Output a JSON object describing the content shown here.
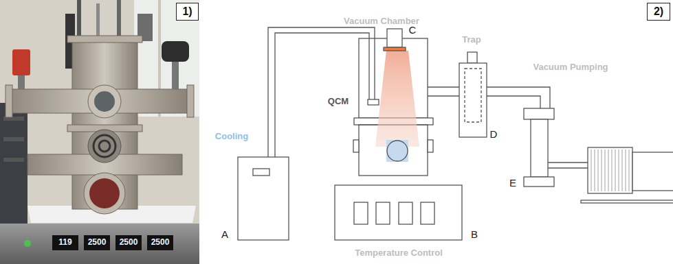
{
  "diagram": {
    "nodes": [
      {
        "text": [
          "1)"
        ]
      },
      {
        "text": [
          "2)"
        ]
      }
    ],
    "edges": [],
    "labels": [
      "119",
      "2500",
      "2500",
      "2500",
      "Vacuum Chamber",
      "C",
      "Trap",
      "Vacuum Pumping",
      "QCM",
      "Cooling",
      "D",
      "A",
      "B",
      "E",
      "Temperature Control"
    ]
  }
}
